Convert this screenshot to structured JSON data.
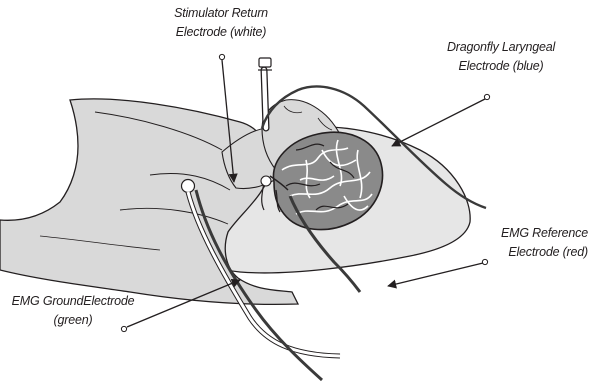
{
  "labels": {
    "stimulator": {
      "line1": "Stimulator Return",
      "line2": "Electrode (white)"
    },
    "dragonfly": {
      "line1": "Dragonfly Laryngeal",
      "line2": "Electrode (blue)"
    },
    "reference": {
      "line1": "EMG Reference",
      "line2": "Electrode (red)"
    },
    "ground": {
      "line1": "EMG GroundElectrode",
      "line2": "(green)"
    }
  },
  "colors": {
    "outline": "#231f20",
    "body_fill": "#d9d9d9",
    "pillow_fill": "#e6e6e6",
    "cable_dark": "#3a3a3a",
    "cable_white": "#ffffff"
  }
}
